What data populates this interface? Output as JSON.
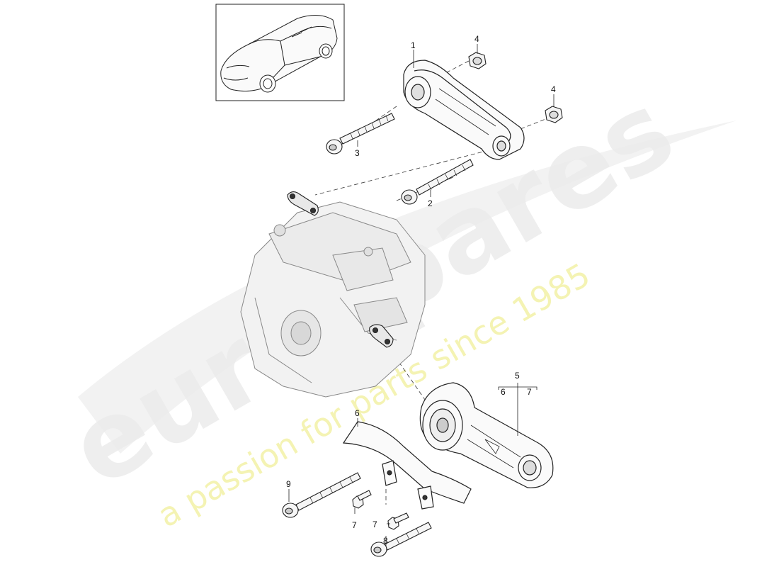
{
  "watermark": {
    "brand": "eurospares",
    "slogan": "a passion for parts since 1985",
    "brand_color": "#e9e9e9",
    "slogan_color": "#f2f0a0"
  },
  "thumbnail": {
    "icon": "car-icon"
  },
  "callouts": {
    "c1": "1",
    "c2": "2",
    "c3": "3",
    "c4a": "4",
    "c4b": "4",
    "c5": "5",
    "c6a": "6",
    "c7a": "7",
    "c6": "6",
    "c7b": "7",
    "c7c": "7",
    "c8": "8",
    "c9": "9"
  }
}
